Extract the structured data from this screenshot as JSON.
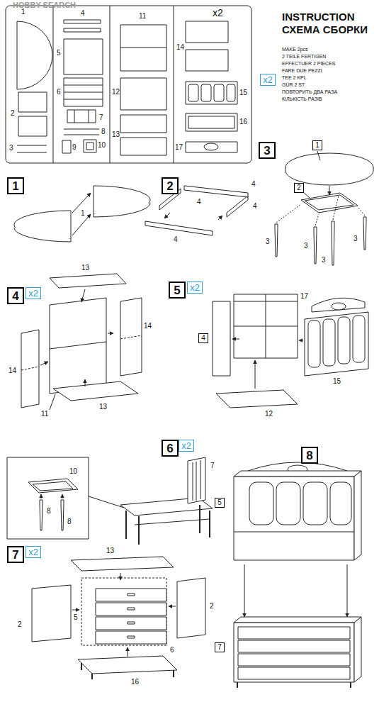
{
  "diagram": {
    "nodes": [
      {
        "text": [
          "x2"
        ]
      },
      {
        "text": [
          "1"
        ]
      },
      {
        "text": [
          "2"
        ]
      },
      {
        "text": [
          "3"
        ]
      },
      {
        "text": [
          "1"
        ]
      },
      {
        "text": [
          "2"
        ]
      },
      {
        "text": [
          "4"
        ]
      },
      {
        "text": [
          "x2"
        ]
      },
      {
        "text": [
          "5"
        ]
      },
      {
        "text": [
          "x2"
        ]
      },
      {
        "text": [
          "4"
        ]
      },
      {
        "text": [
          "6"
        ]
      },
      {
        "text": [
          "x2"
        ]
      },
      {
        "text": [
          "8"
        ]
      },
      {
        "text": [
          "5"
        ]
      },
      {
        "text": [
          "7"
        ]
      },
      {
        "text": [
          "x2"
        ]
      },
      {
        "text": [
          "7"
        ]
      }
    ],
    "labels": [
      "HOBBY SEARCH",
      "x2",
      "INSTRUCTION",
      "СХЕМА СБОРКИ",
      "MAKE 2pcs",
      "2 TEILE FERTIGEN",
      "EFFECTUER 2 PIECES",
      "FARE DUE PEZZI",
      "TEE 2 KPL",
      "GÜR 2 ST",
      "ПОВТОРИТЬ ДВА РАЗА",
      "КІЛЬКІСТЬ РАЗІВ",
      "1",
      "4",
      "11",
      "14",
      "5",
      "2",
      "6",
      "7",
      "8",
      "3",
      "9",
      "10",
      "12",
      "13",
      "15",
      "16",
      "17",
      "1",
      "4",
      "4",
      "4",
      "4",
      "3",
      "3",
      "3",
      "3",
      "13",
      "14",
      "11",
      "13",
      "14",
      "17",
      "15",
      "12",
      "10",
      "7",
      "8",
      "8",
      "13",
      "2",
      "5",
      "2",
      "6",
      "16"
    ]
  }
}
